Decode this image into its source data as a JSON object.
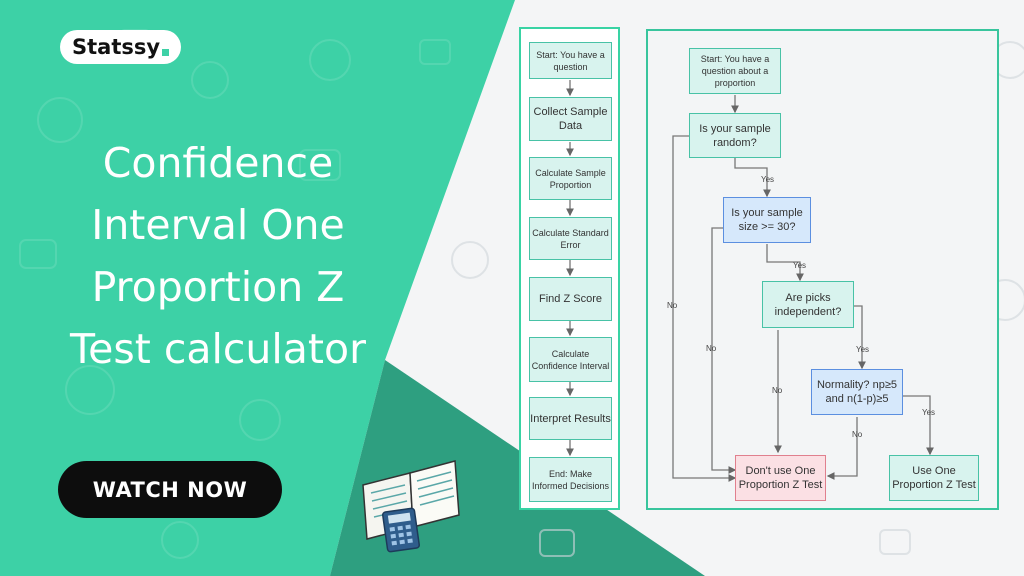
{
  "brand": {
    "name": "Statssy",
    "accent": "#3dd1a6"
  },
  "hero": {
    "title_lines": [
      "Confidence",
      "Interval One",
      "Proportion Z",
      "Test calculator"
    ],
    "cta_label": "WATCH NOW"
  },
  "colors": {
    "green": "#3dd1a6",
    "dark_green": "#2aa887",
    "black": "#0d0d0d",
    "white": "#ffffff"
  },
  "flow_left": {
    "steps": [
      "Start: You have a question",
      "Collect Sample Data",
      "Calculate Sample Proportion",
      "Calculate Standard Error",
      "Find Z Score",
      "Calculate Confidence Interval",
      "Interpret Results",
      "End: Make Informed Decisions"
    ]
  },
  "flow_right": {
    "start": "Start: You have a question about a proportion",
    "q1": "Is your sample random?",
    "q2": "Is your sample size >= 30?",
    "q3": "Are picks independent?",
    "q4": "Normality? np≥5 and n(1-p)≥5",
    "dont": "Don't use One Proportion Z Test",
    "use": "Use One Proportion Z Test",
    "yes": "Yes",
    "no": "No"
  },
  "illustration": {
    "icon": "book-calculator-icon"
  }
}
